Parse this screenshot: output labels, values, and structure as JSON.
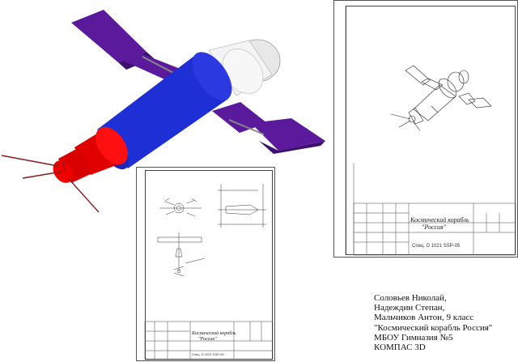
{
  "model": {
    "colors": {
      "panel": "#5b1a9c",
      "panel_dark": "#3d0f6e",
      "blue": "#1f2fd6",
      "red": "#e00000",
      "white": "#f4f4f4",
      "antenna": "#8a1c1c"
    }
  },
  "sheet_left": {
    "stamp_title_line1": "Космический корабль",
    "stamp_title_line2": "\"Россия\"",
    "stamp_code": "Спец. D 1021 SSP-05"
  },
  "sheet_right": {
    "stamp_title_line1": "Космический корабль",
    "stamp_title_line2": "\"Россия\"",
    "stamp_code": "Спец. D 1021 SSP-05"
  },
  "caption": {
    "lines": [
      "Соловьев Николай,",
      "Надеждин Степан,",
      "Мальчиков Антон, 9 класс",
      "\"Космический корабль Россия\"",
      "МБОУ Гимназия №5",
      "КОМПАС 3D"
    ]
  }
}
